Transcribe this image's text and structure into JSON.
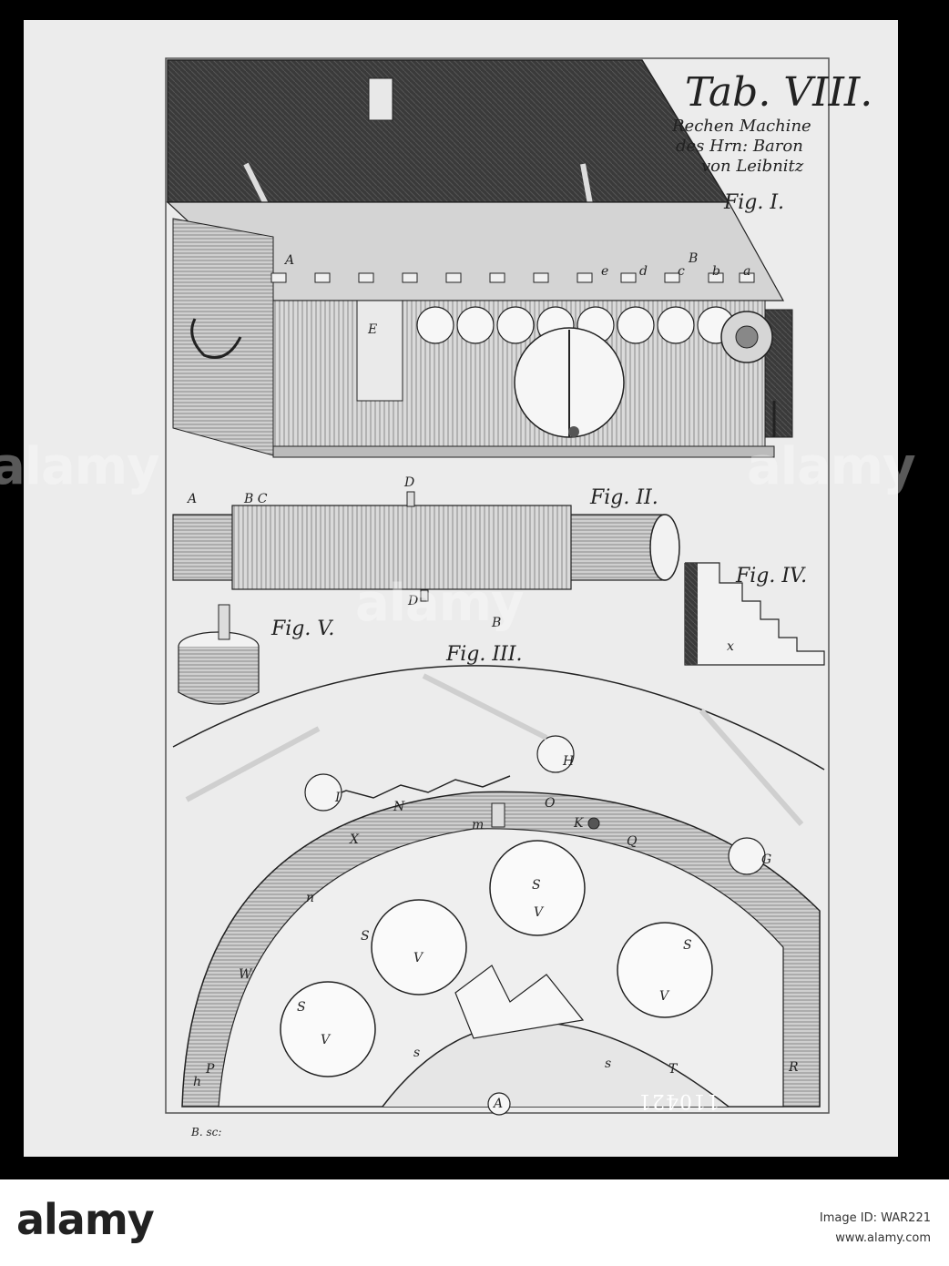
{
  "plate": {
    "title": "Tab. VIII.",
    "subtitle_lines": [
      "Rechen Machine",
      "des Hrn: Baron",
      "von Leibnitz"
    ],
    "engraver": "B. sc:",
    "inventory_number": "110421"
  },
  "figures": {
    "fig1": "Fig. I.",
    "fig2": "Fig. II.",
    "fig3": "Fig. III.",
    "fig4": "Fig. IV.",
    "fig5": "Fig. V."
  },
  "labels": {
    "fig1_A": "A",
    "fig1_B": "B",
    "fig1_a": "a",
    "fig1_b": "b",
    "fig1_c": "c",
    "fig1_d": "d",
    "fig1_e": "e",
    "fig1_E": "E",
    "fig2_A": "A",
    "fig2_BC": "B C",
    "fig2_D_top": "D",
    "fig2_D_bottom": "D",
    "fig4_x": "x",
    "fig3_B": "B",
    "fig3_H": "H",
    "fig3_I": "I",
    "fig3_G": "G",
    "fig3_O": "O",
    "fig3_K": "K",
    "fig3_m": "m",
    "fig3_N": "N",
    "fig3_X": "X",
    "fig3_Q": "Q",
    "fig3_n": "n",
    "fig3_W": "W",
    "fig3_P": "P",
    "fig3_h": "h",
    "fig3_R": "R",
    "fig3_T": "T",
    "fig3_A": "A",
    "fig3_S1": "S",
    "fig3_S2": "S",
    "fig3_S3": "S",
    "fig3_S4": "S",
    "fig3_V1": "V",
    "fig3_V2": "V",
    "fig3_V3": "V",
    "fig3_V4": "V",
    "fig3_s1": "s",
    "fig3_s2": "s"
  },
  "watermark": "alamy",
  "footer": {
    "logo": "alamy",
    "image_id": "Image ID: WAR221",
    "site": "www.alamy.com"
  }
}
